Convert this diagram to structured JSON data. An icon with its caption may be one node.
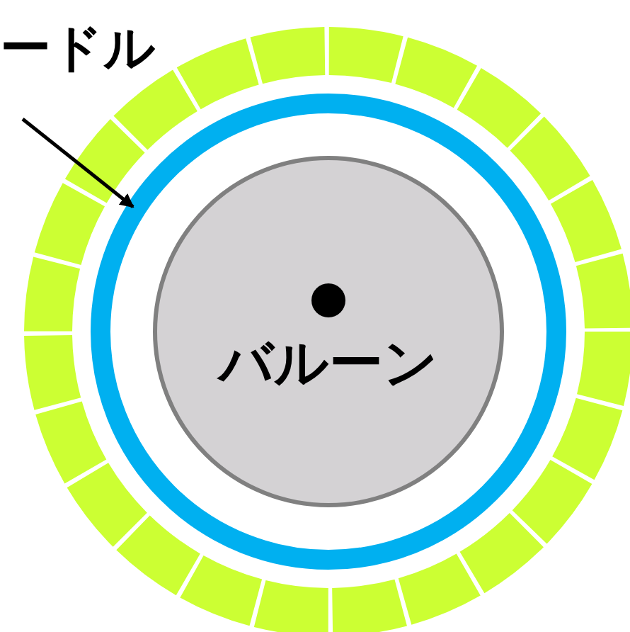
{
  "diagram": {
    "nodes": [
      {
        "text": [
          "ードル"
        ]
      },
      {
        "text": [],
        "shape": "circle"
      },
      {
        "text": [
          "バルーン"
        ],
        "in": 1
      }
    ],
    "edges": [
      {
        "from": 0,
        "to": 1,
        "arrow": "to"
      }
    ]
  }
}
